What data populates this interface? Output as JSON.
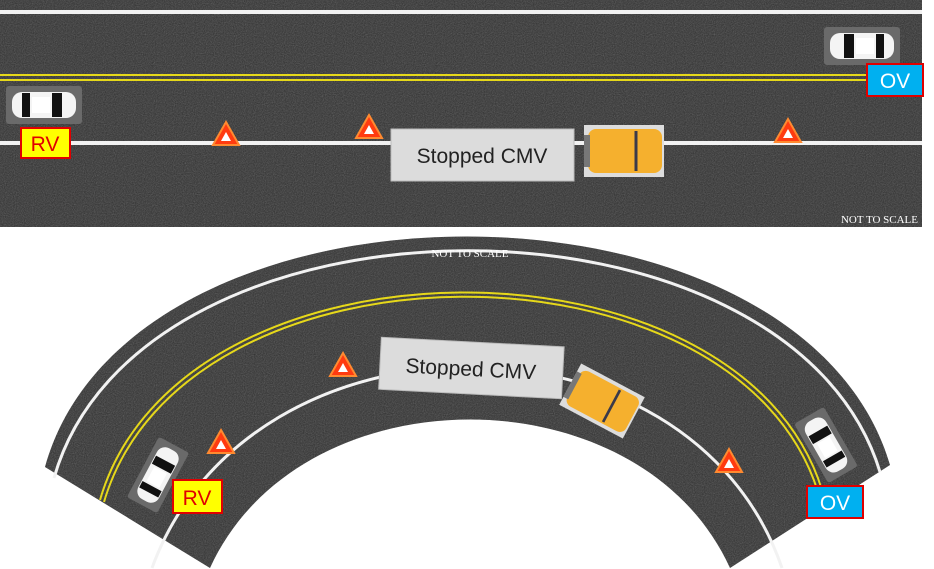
{
  "straight": {
    "rv_label": "RV",
    "ov_label": "OV",
    "cmv_label": "Stopped CMV",
    "scale_note": "NOT TO SCALE"
  },
  "curve": {
    "rv_label": "RV",
    "ov_label": "OV",
    "cmv_label": "Stopped CMV",
    "scale_note": "NOT TO SCALE"
  },
  "colors": {
    "asphalt": "#2e2e2e",
    "center_line": "#e6d81a",
    "rv_box": "#ffff00",
    "rv_text": "#e00000",
    "ov_box": "#00b0f0",
    "cmv": "#f5b02e",
    "triangle": "#ff3b10"
  }
}
